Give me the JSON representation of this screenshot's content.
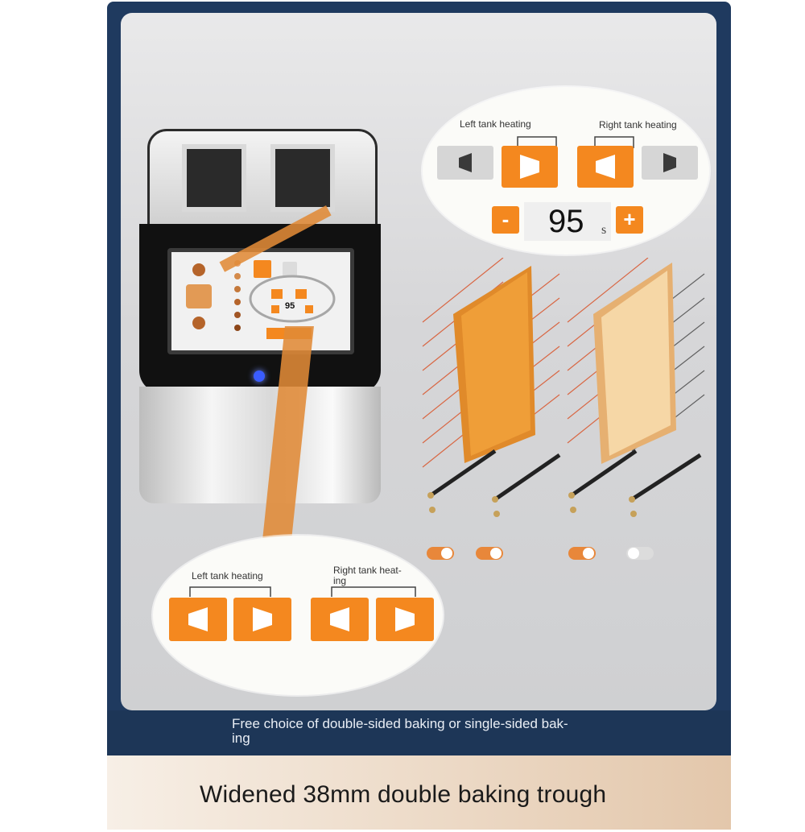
{
  "top_callout": {
    "left_label": "Left tank heating",
    "right_label": "Right tank heating",
    "timer_value": "95",
    "timer_unit": "s",
    "minus": "-",
    "plus": "+"
  },
  "bottom_callout": {
    "left_label": "Left tank heating",
    "right_label": "Right tank heat-\ning"
  },
  "mini_screen": {
    "timer_value": "95"
  },
  "caption": "Free choice of double-sided baking or single-sided bak-\ning",
  "headline": "Widened 38mm double baking trough",
  "colors": {
    "accent": "#f4881f",
    "navy": "#1f3a5f"
  },
  "toggles": [
    {
      "on": true
    },
    {
      "on": true
    },
    {
      "on": true
    },
    {
      "on": false
    }
  ]
}
